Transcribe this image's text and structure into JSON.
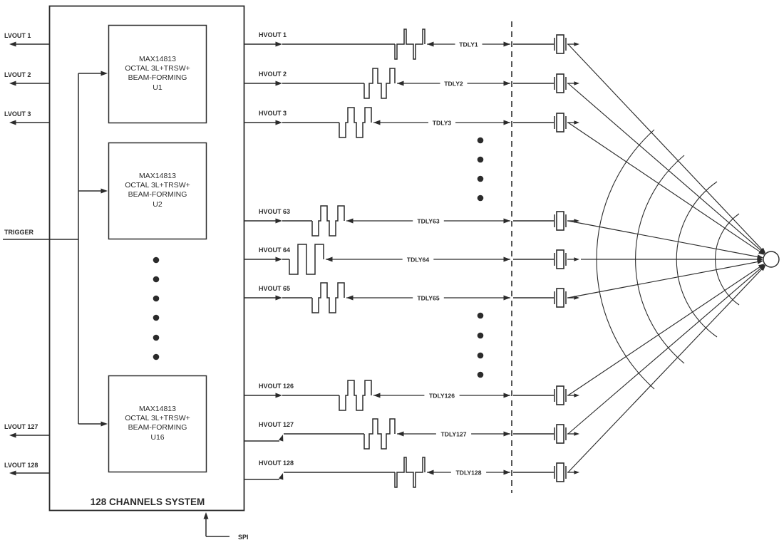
{
  "diagram": {
    "system": {
      "title": "128 CHANNELS SYSTEM",
      "chips": [
        {
          "lines": [
            "MAX14813",
            "OCTAL 3L+TRSW+",
            "BEAM-FORMING",
            "U1"
          ]
        },
        {
          "lines": [
            "MAX14813",
            "OCTAL 3L+TRSW+",
            "BEAM-FORMING",
            "U2"
          ]
        },
        {
          "lines": [
            "MAX14813",
            "OCTAL 3L+TRSW+",
            "BEAM-FORMING",
            "U16"
          ]
        }
      ]
    },
    "inputs": {
      "trigger": "TRIGGER",
      "spi": "SPI"
    },
    "lvout": [
      "LVOUT 1",
      "LVOUT 2",
      "LVOUT 3",
      "LVOUT 127",
      "LVOUT 128"
    ],
    "channels": [
      {
        "hvout": "HVOUT 1",
        "tdly": "TDLY1"
      },
      {
        "hvout": "HVOUT 2",
        "tdly": "TDLY2"
      },
      {
        "hvout": "HVOUT 3",
        "tdly": "TDLY3"
      },
      {
        "hvout": "HVOUT 63",
        "tdly": "TDLY63"
      },
      {
        "hvout": "HVOUT 64",
        "tdly": "TDLY64"
      },
      {
        "hvout": "HVOUT 65",
        "tdly": "TDLY65"
      },
      {
        "hvout": "HVOUT 126",
        "tdly": "TDLY126"
      },
      {
        "hvout": "HVOUT 127",
        "tdly": "TDLY127"
      },
      {
        "hvout": "HVOUT 128",
        "tdly": "TDLY128"
      }
    ],
    "colors": {
      "line": "#2b2b2b",
      "background": "#ffffff"
    }
  }
}
